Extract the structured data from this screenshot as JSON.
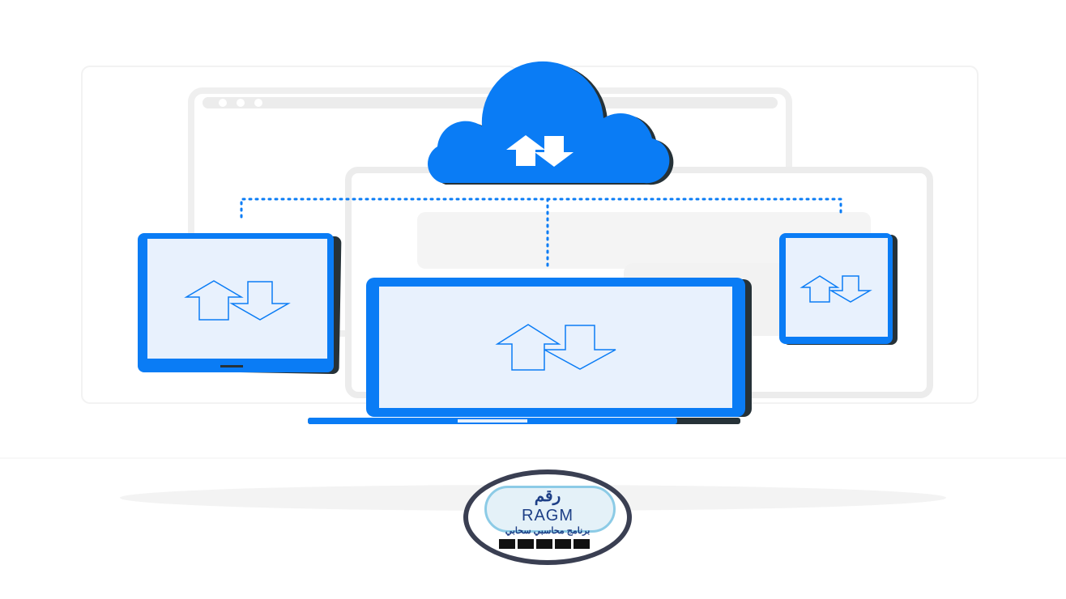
{
  "logo": {
    "arabic_name": "رقم",
    "brand": "RAGM",
    "tagline": "برنامج محاسبي سحابي",
    "icons": [
      "coins-icon",
      "document-icon",
      "chart-icon",
      "handshake-icon",
      "calculator-icon"
    ]
  },
  "colors": {
    "accent": "#0a7cf5",
    "screen": "#e8f1fd",
    "dark": "#263238",
    "bg_gray": "#f0f0f0"
  }
}
